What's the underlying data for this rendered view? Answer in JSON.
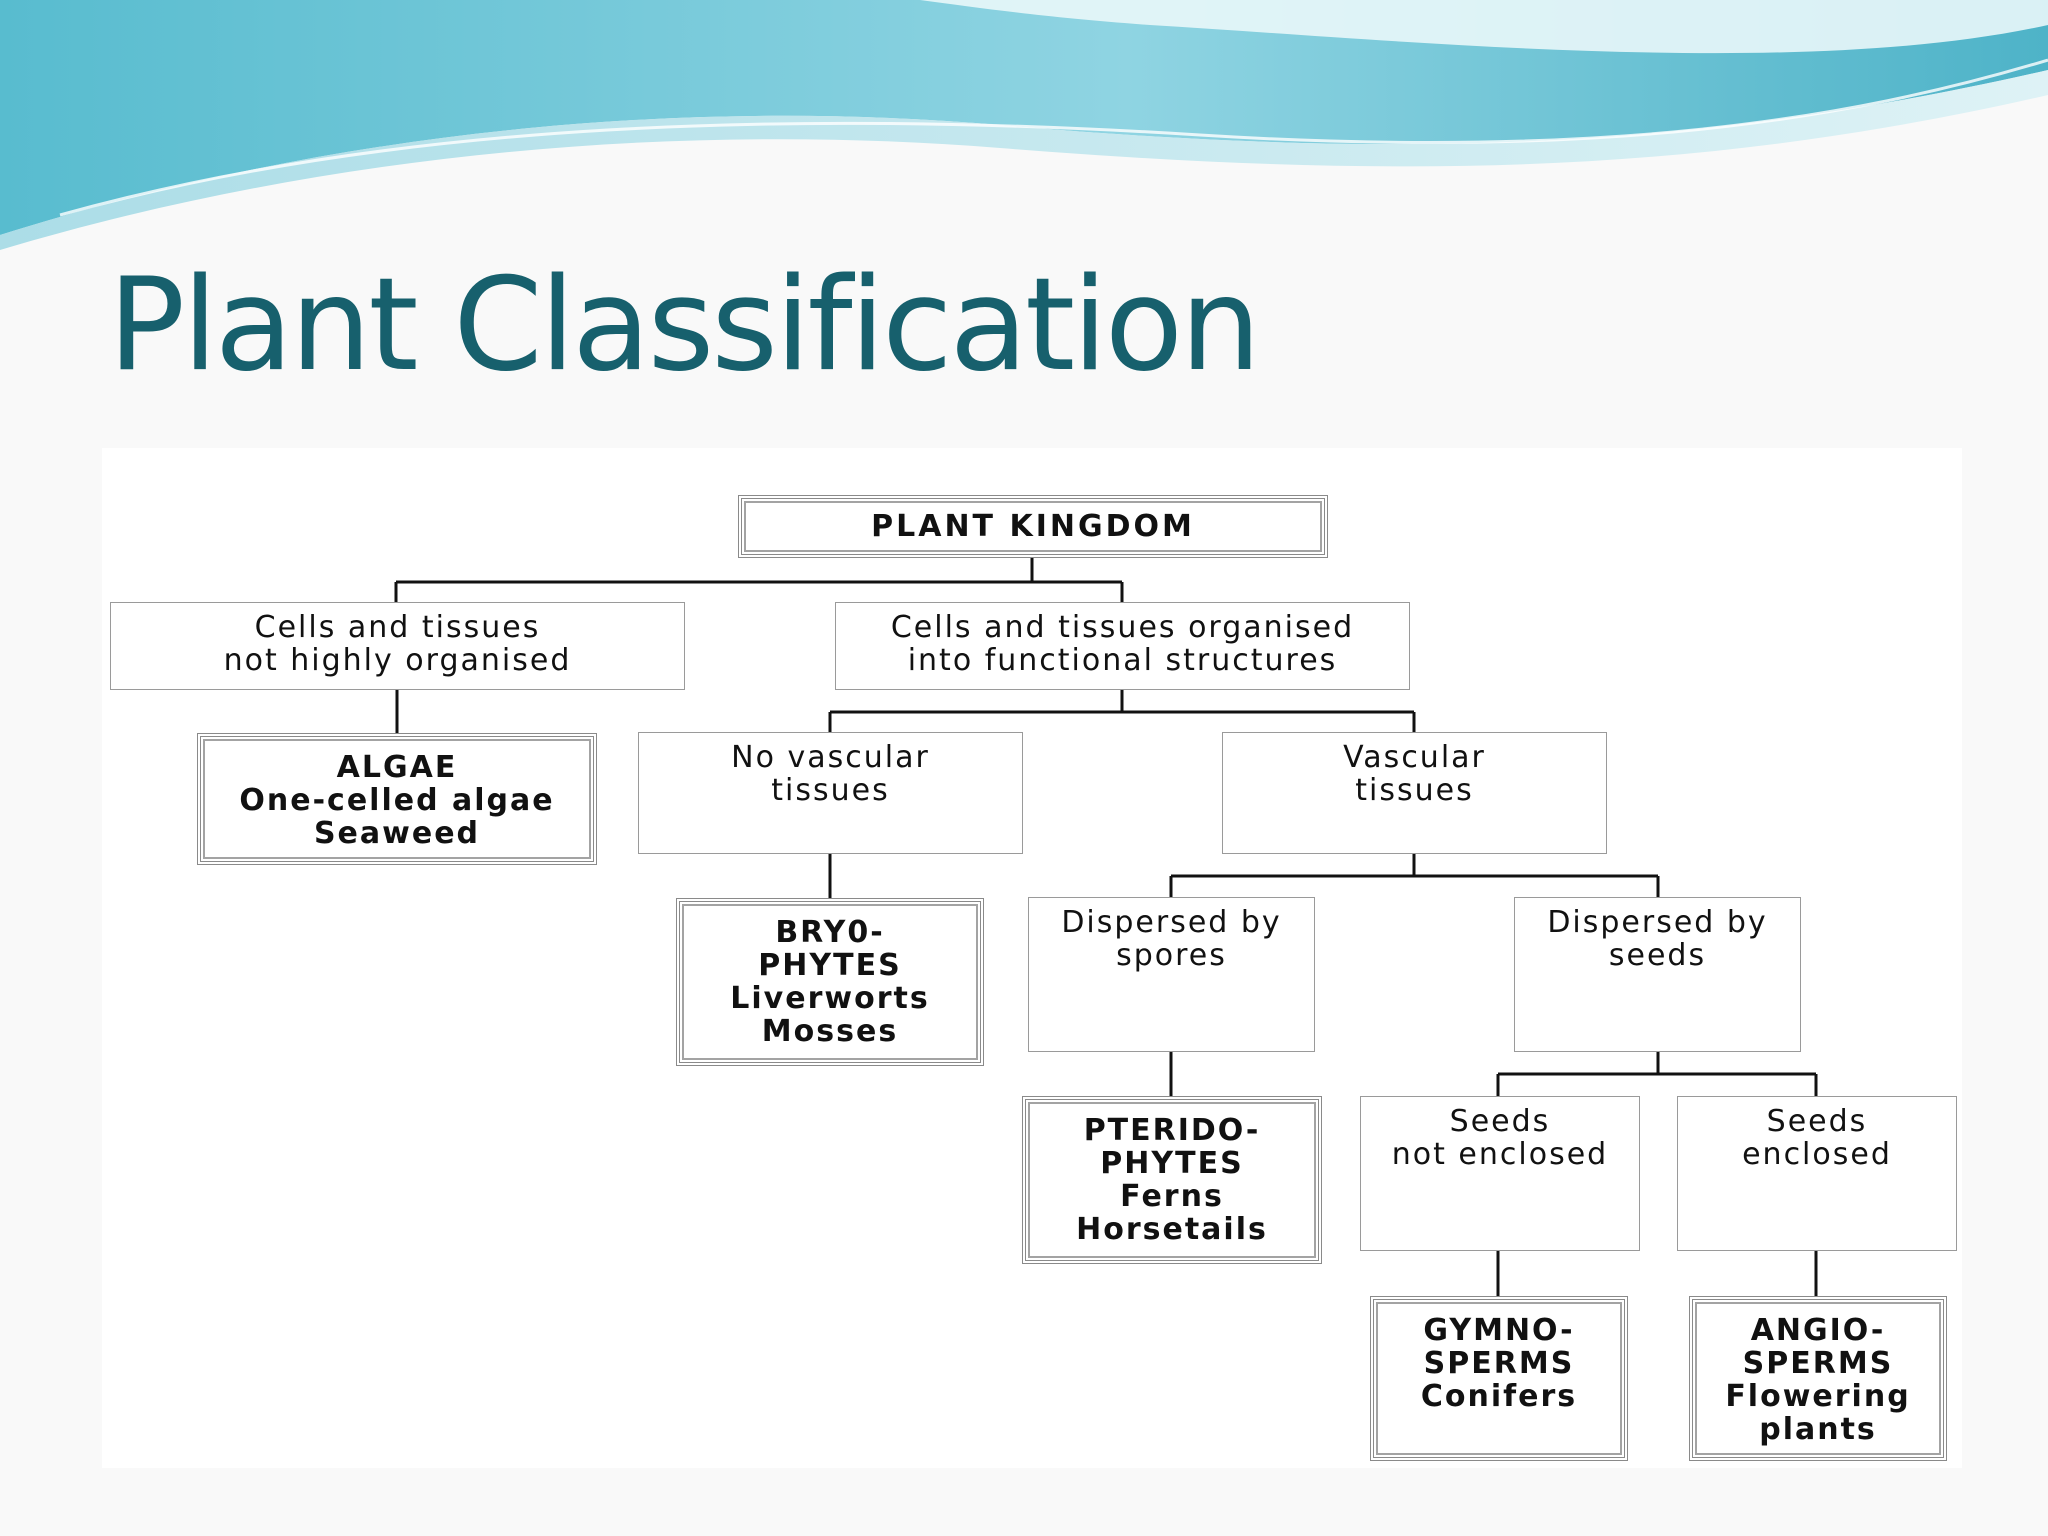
{
  "title": "Plant Classification",
  "colors": {
    "title": "#17606d",
    "wave_dark": "#4fb5c8",
    "wave_light": "#bfe6ee",
    "connector": "#111111"
  },
  "diagram": {
    "root": {
      "label": "PLANT KINGDOM"
    },
    "not_organised": {
      "lines": [
        "Cells and tissues",
        "not highly organised"
      ]
    },
    "organised": {
      "lines": [
        "Cells and tissues organised",
        "into functional structures"
      ]
    },
    "algae": {
      "lines": [
        "ALGAE",
        "One-celled algae",
        "Seaweed"
      ]
    },
    "no_vascular": {
      "lines": [
        "No vascular",
        "tissues"
      ]
    },
    "vascular": {
      "lines": [
        "Vascular",
        "tissues"
      ]
    },
    "bryophytes": {
      "lines": [
        "BRY0-",
        "PHYTES",
        "Liverworts",
        "Mosses"
      ]
    },
    "by_spores": {
      "lines": [
        "Dispersed by",
        "spores"
      ]
    },
    "by_seeds": {
      "lines": [
        "Dispersed by",
        "seeds"
      ]
    },
    "pteridophytes": {
      "lines": [
        "PTERIDO-",
        "PHYTES",
        "Ferns",
        "Horsetails"
      ]
    },
    "not_enclosed": {
      "lines": [
        "Seeds",
        "not enclosed"
      ]
    },
    "enclosed": {
      "lines": [
        "Seeds",
        "enclosed"
      ]
    },
    "gymnosperms": {
      "lines": [
        "GYMNO-",
        "SPERMS",
        "Conifers"
      ]
    },
    "angiosperms": {
      "lines": [
        "ANGIO-",
        "SPERMS",
        "Flowering",
        "plants"
      ]
    }
  }
}
